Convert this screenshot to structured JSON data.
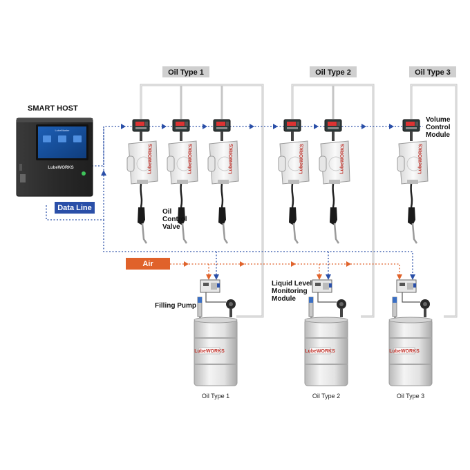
{
  "host": {
    "title": "SMART HOST",
    "screen_title": "LubeMaster",
    "brand": "LubeWORKS"
  },
  "tags": {
    "oil_type_1": "Oil Type 1",
    "oil_type_2": "Oil Type 2",
    "oil_type_3": "Oil Type 3",
    "data_line": "Data Line",
    "air": "Air"
  },
  "labels": {
    "volume_control_module": [
      "Volume",
      "Control",
      "Module"
    ],
    "oil_control_valve": [
      "Oil",
      "Control",
      "Valve"
    ],
    "liquid_level_module": [
      "Liquid Level",
      "Monitoring",
      "Module"
    ],
    "filling_pump": "Filling Pump"
  },
  "drums": [
    {
      "label": "Oil Type 1",
      "brand": "LubeWORKS"
    },
    {
      "label": "Oil Type 2",
      "brand": "LubeWORKS"
    },
    {
      "label": "Oil Type 3",
      "brand": "LubeWORKS"
    }
  ],
  "reel_brand": "LubeWORKS",
  "colors": {
    "data": "#2a4fa8",
    "air": "#e0622a",
    "tag_gray": "#cfcfcf",
    "pipe": "#c9c9c9"
  }
}
